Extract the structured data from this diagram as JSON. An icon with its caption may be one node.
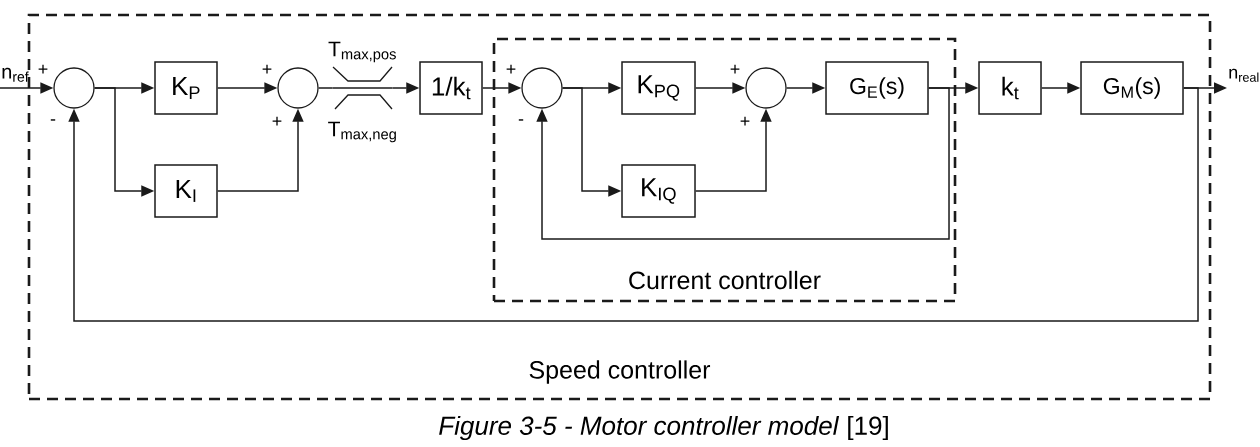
{
  "diagram": {
    "caption": "*Figure 3-5 - Motor controller model* [19]",
    "nodes": [
      {
        "text": [
          "Speed controller"
        ]
      },
      {
        "text": [
          "n$_{ref}$"
        ]
      },
      {
        "text": [],
        "shape": "circle",
        "in": 0,
        "beside": [
          "+",
          "-"
        ]
      },
      {
        "text": [
          "K$_{P}$"
        ],
        "in": 0
      },
      {
        "text": [
          "K$_{I}$"
        ],
        "in": 0
      },
      {
        "text": [],
        "shape": "circle",
        "in": 0,
        "beside": [
          "+",
          "+"
        ]
      },
      {
        "text": [],
        "shape": "limiter",
        "in": 0,
        "beside": [
          "T$_{max,pos}$",
          "T$_{max,neg}$"
        ]
      },
      {
        "text": [
          "1/k$_{t}$"
        ],
        "in": 0
      },
      {
        "text": [
          "Current controller"
        ],
        "in": 0
      },
      {
        "text": [],
        "shape": "circle",
        "in": 8,
        "beside": [
          "+",
          "-"
        ]
      },
      {
        "text": [
          "K$_{PQ}$"
        ],
        "in": 8
      },
      {
        "text": [
          "K$_{IQ}$"
        ],
        "in": 8
      },
      {
        "text": [],
        "shape": "circle",
        "in": 8,
        "beside": [
          "+",
          "+"
        ]
      },
      {
        "text": [
          "G$_{E}$(s)"
        ],
        "in": 8
      },
      {
        "text": [
          "k$_{t}$"
        ],
        "in": 0
      },
      {
        "text": [
          "G$_{M}$(s)"
        ],
        "in": 0
      },
      {
        "text": [
          "n$_{real}$"
        ]
      }
    ],
    "edges": [
      {
        "from": 1,
        "to": 2,
        "arrow": "to"
      },
      {
        "from": 2,
        "to": 3,
        "arrow": "to"
      },
      {
        "from": 2,
        "to": 4,
        "arrow": "to"
      },
      {
        "from": 3,
        "to": 5,
        "arrow": "to"
      },
      {
        "from": 4,
        "to": 5,
        "arrow": "to"
      },
      {
        "from": 5,
        "to": 6,
        "arrow": "none"
      },
      {
        "from": 6,
        "to": 7,
        "arrow": "to"
      },
      {
        "from": 7,
        "to": 9,
        "arrow": "to"
      },
      {
        "from": 9,
        "to": 10,
        "arrow": "to"
      },
      {
        "from": 9,
        "to": 11,
        "arrow": "to"
      },
      {
        "from": 10,
        "to": 12,
        "arrow": "to"
      },
      {
        "from": 11,
        "to": 12,
        "arrow": "to"
      },
      {
        "from": 12,
        "to": 13,
        "arrow": "to"
      },
      {
        "from": 13,
        "to": 14,
        "arrow": "to"
      },
      {
        "from": 13,
        "to": 9,
        "arrow": "to"
      },
      {
        "from": 14,
        "to": 15,
        "arrow": "to"
      },
      {
        "from": 15,
        "to": 16,
        "arrow": "to"
      },
      {
        "from": 15,
        "to": 2,
        "arrow": "to"
      }
    ]
  }
}
